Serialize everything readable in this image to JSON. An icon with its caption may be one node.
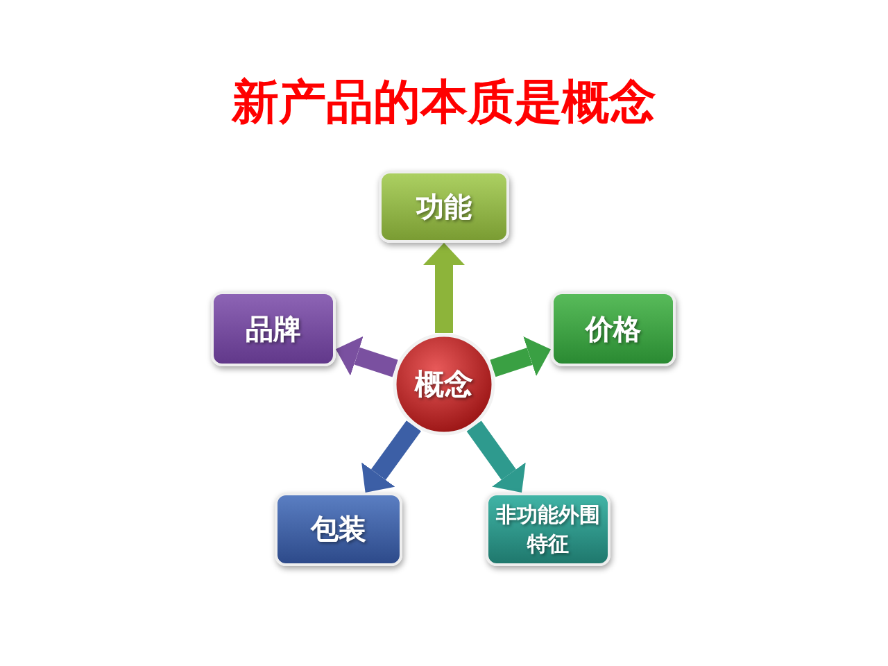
{
  "diagram": {
    "title": "新产品的本质是概念",
    "nodes": [
      {
        "text": [
          "功能"
        ]
      },
      {
        "text": [
          "品牌"
        ]
      },
      {
        "text": [
          "价格"
        ]
      },
      {
        "text": [
          "概念"
        ]
      },
      {
        "text": [
          "包装"
        ]
      },
      {
        "text": [
          "非功能外围特征"
        ]
      }
    ],
    "edges": [
      {
        "from": 3,
        "to": 0,
        "arrow": "to",
        "color": "#8db43a"
      },
      {
        "from": 3,
        "to": 1,
        "arrow": "to",
        "color": "#7a50a0"
      },
      {
        "from": 3,
        "to": 2,
        "arrow": "to",
        "color": "#3aa043"
      },
      {
        "from": 3,
        "to": 4,
        "arrow": "to",
        "color": "#3c5fa6"
      },
      {
        "from": 3,
        "to": 5,
        "arrow": "to",
        "color": "#2e9a8e"
      }
    ]
  }
}
